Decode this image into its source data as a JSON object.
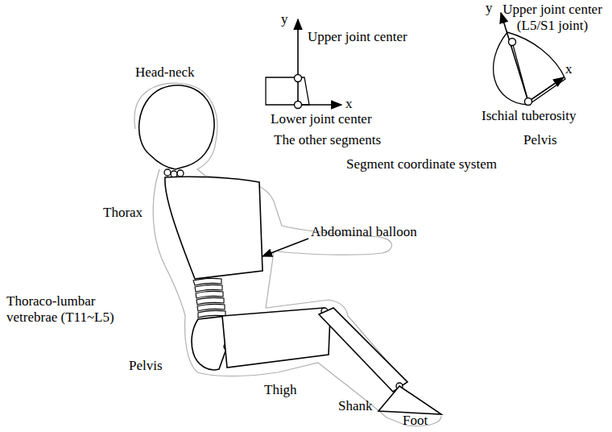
{
  "diagram": {
    "labels": [
      "y",
      "Upper joint center",
      "y",
      "Upper joint center (L5/S1 joint)",
      "Head-neck",
      "x",
      "x",
      "Lower joint center",
      "Ischial tuberosity",
      "The other segments",
      "Pelvis",
      "Segment coordinate system",
      "Thorax",
      "Abdominal balloon",
      "Thoraco-lumbar vetrebrae (T11~L5)",
      "Pelvis",
      "Thigh",
      "Shank",
      "Foot"
    ]
  }
}
